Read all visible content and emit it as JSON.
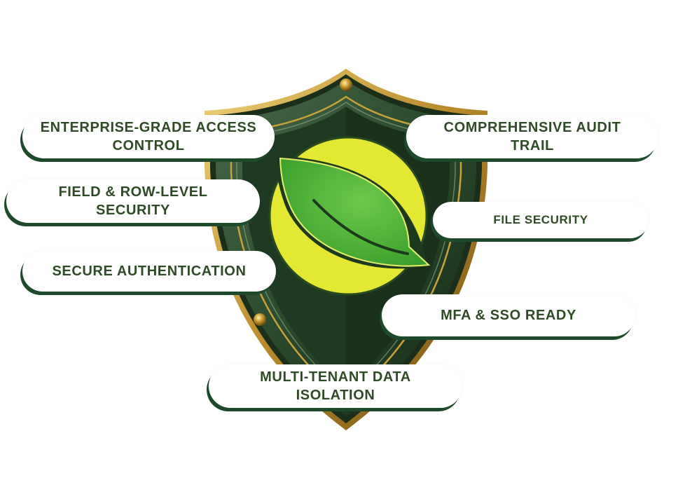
{
  "features": [
    {
      "id": "enterprise-access",
      "line1": "ENTERPRISE-GRADE ACCESS",
      "line2": "CONTROL"
    },
    {
      "id": "field-row-security",
      "line1": "FIELD & ROW-LEVEL",
      "line2": "SECURITY"
    },
    {
      "id": "secure-auth",
      "line1": "SECURE AUTHENTICATION",
      "line2": ""
    },
    {
      "id": "audit-trail",
      "line1": "COMPREHENSIVE AUDIT",
      "line2": "TRAIL"
    },
    {
      "id": "file-security",
      "line1": "FILE SECURITY",
      "line2": ""
    },
    {
      "id": "mfa-sso",
      "line1": "MFA & SSO READY",
      "line2": ""
    },
    {
      "id": "multi-tenant",
      "line1": "MULTI-TENANT DATA",
      "line2": "ISOLATION"
    }
  ],
  "colors": {
    "text": "#2f4a26",
    "pill_shadow": "#1d4a2a",
    "shield_dark": "#1e3620",
    "shield_mid": "#3c5c3c",
    "gold": "#c9a23a",
    "leaf_green": "#4fb23a",
    "ring_yellow": "#e5e832"
  },
  "icons": {
    "center": "shield-leaf-icon"
  }
}
